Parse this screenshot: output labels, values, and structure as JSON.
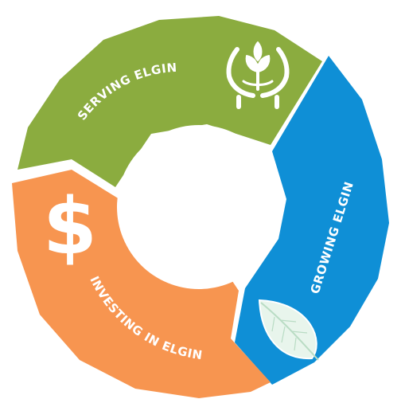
{
  "segments": [
    {
      "id": "serving",
      "label": "SERVING ELGIN",
      "color": "#8bac3f",
      "icon": "hands-plant-icon"
    },
    {
      "id": "growing",
      "label": "GROWING ELGIN",
      "color": "#0f8fd6",
      "icon": "leaf-icon"
    },
    {
      "id": "investing",
      "label": "INVESTING IN ELGIN",
      "color": "#f79550",
      "icon": "dollar-icon"
    }
  ],
  "icons": {
    "dollar": "$"
  },
  "colors": {
    "background": "#ffffff",
    "center": "#ffffff",
    "text": "#ffffff"
  }
}
